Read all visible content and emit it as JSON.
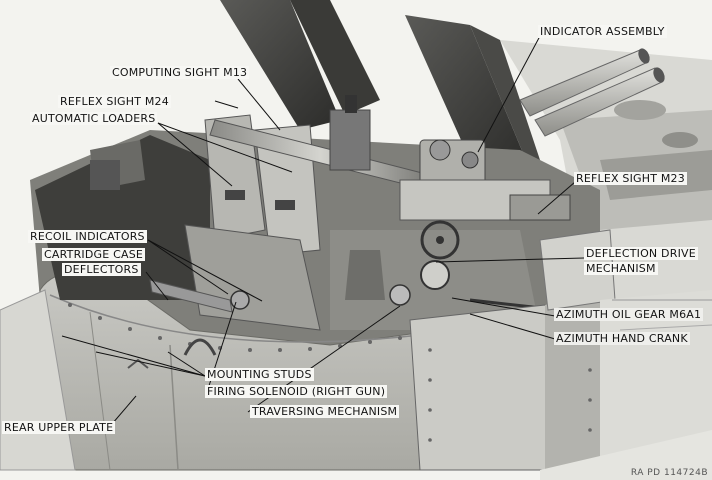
{
  "labels": {
    "indicator_assembly": "INDICATOR ASSEMBLY",
    "computing_sight": "COMPUTING SIGHT M13",
    "reflex_sight_m24": "REFLEX SIGHT M24",
    "automatic_loaders": "AUTOMATIC LOADERS",
    "reflex_sight_m23": "REFLEX SIGHT M23",
    "recoil_indicators": "RECOIL INDICATORS",
    "cartridge_case": "CARTRIDGE CASE",
    "deflectors": "DEFLECTORS",
    "deflection_drive": "DEFLECTION DRIVE",
    "mechanism": "MECHANISM",
    "azimuth_oil_gear": "AZIMUTH OIL GEAR M6A1",
    "azimuth_hand_crank": "AZIMUTH HAND CRANK",
    "mounting_studs": "MOUNTING STUDS",
    "firing_solenoid": "FIRING SOLENOID (RIGHT GUN)",
    "traversing_mechanism": "TRAVERSING MECHANISM",
    "rear_upper_plate": "REAR UPPER PLATE"
  },
  "photo_reference": "RA PD 114724B"
}
